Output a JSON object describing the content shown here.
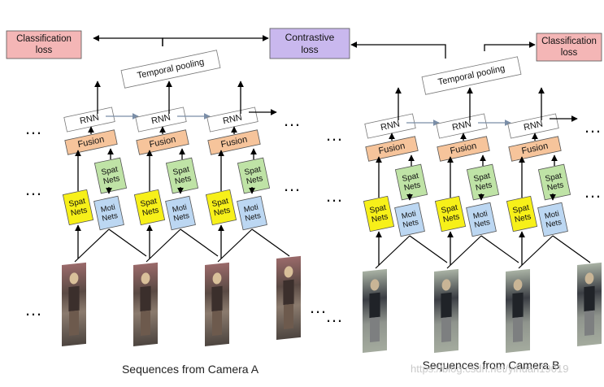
{
  "top": {
    "contrastive_loss": "Contrastive\nloss",
    "classification_loss_left": "Classification\nloss",
    "classification_loss_right": "Classification\nloss"
  },
  "modules": {
    "temporal_pooling": "Temporal pooling",
    "rnn": "RNN",
    "fusion": "Fusion",
    "spat_nets": "Spat\nNets",
    "moti_nets": "Moti\nNets"
  },
  "ellipsis": "…",
  "captions": {
    "camera_a": "Sequences from Camera A",
    "camera_b": "Sequences from Camera B"
  },
  "watermark": "https://blog.csdn.net/yihuan19019",
  "colors": {
    "contrastive": "#c9b8ee",
    "classification": "#f4b6b6",
    "fusion": "#f6c49b",
    "spat": "#f7f019",
    "moti": "#bcd7f2",
    "spat_green": "#bfe3a6",
    "rnn": "#ffffff"
  }
}
